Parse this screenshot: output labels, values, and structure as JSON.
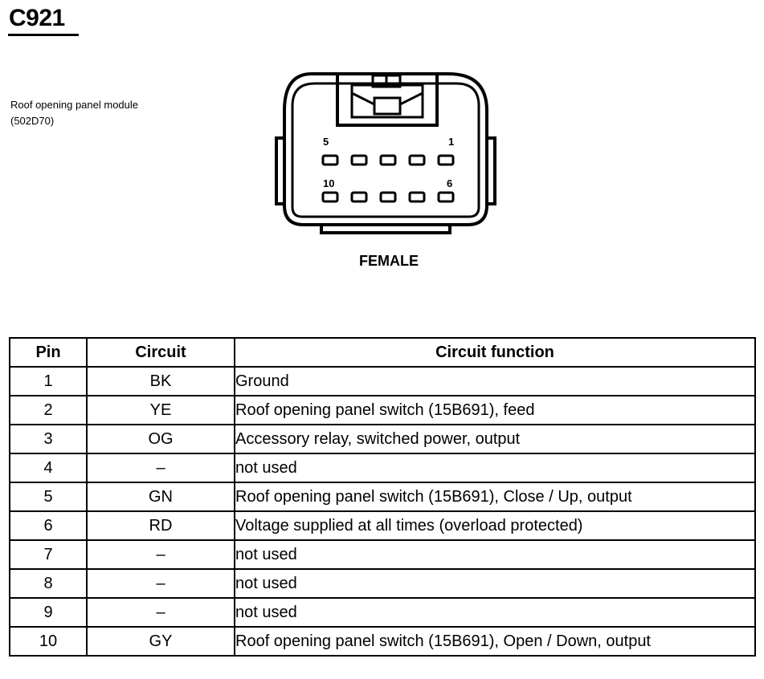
{
  "connector": {
    "id": "C921",
    "module_label": "Roof opening panel module (502D70)",
    "gender": "FEMALE",
    "pin_labels": {
      "top_left": "5",
      "top_right": "1",
      "bottom_left": "10",
      "bottom_right": "6"
    }
  },
  "table": {
    "headers": {
      "pin": "Pin",
      "circuit": "Circuit",
      "function": "Circuit function"
    },
    "rows": [
      {
        "pin": "1",
        "circuit": "BK",
        "function": "Ground"
      },
      {
        "pin": "2",
        "circuit": "YE",
        "function": "Roof opening panel switch (15B691), feed"
      },
      {
        "pin": "3",
        "circuit": "OG",
        "function": "Accessory relay, switched power, output"
      },
      {
        "pin": "4",
        "circuit": "–",
        "function": "not used"
      },
      {
        "pin": "5",
        "circuit": "GN",
        "function": "Roof opening panel switch (15B691), Close / Up, output"
      },
      {
        "pin": "6",
        "circuit": "RD",
        "function": "Voltage supplied at all times (overload protected)"
      },
      {
        "pin": "7",
        "circuit": "–",
        "function": "not used"
      },
      {
        "pin": "8",
        "circuit": "–",
        "function": "not used"
      },
      {
        "pin": "9",
        "circuit": "–",
        "function": "not used"
      },
      {
        "pin": "10",
        "circuit": "GY",
        "function": "Roof opening panel switch (15B691), Open / Down, output"
      }
    ]
  }
}
